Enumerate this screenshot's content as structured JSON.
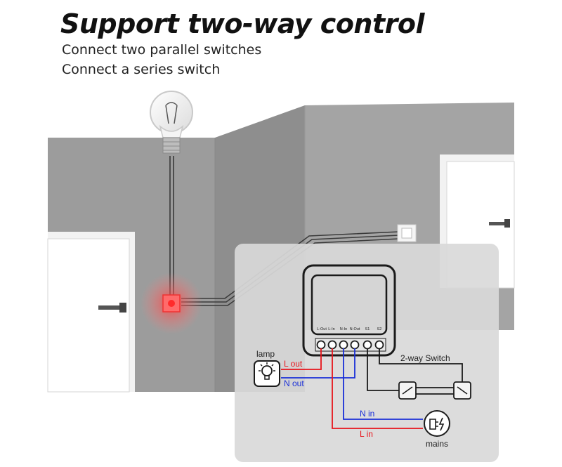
{
  "header": {
    "title": "Support two-way control",
    "lines": [
      "Connect two parallel switches",
      "Connect a series switch"
    ]
  },
  "module": {
    "terminals": [
      "L-Out",
      "L-In",
      "N-In",
      "N-Out",
      "S1",
      "S2"
    ]
  },
  "wiring": {
    "lamp_label": "lamp",
    "l_out": "L out",
    "n_out": "N out",
    "n_in": "N in",
    "l_in": "L in",
    "mains_label": "mains",
    "switch_label": "2-way Switch"
  },
  "colors": {
    "live": "#e8141b",
    "neutral": "#1a2fd8",
    "switch_wire": "#1a1a1a",
    "wall": "#9a9a9a",
    "panel": "#d9d9d9"
  }
}
